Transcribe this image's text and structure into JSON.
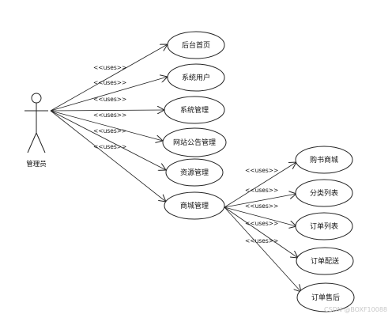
{
  "actor": {
    "label": "管理员"
  },
  "use_cases": [
    {
      "label": "后台首页"
    },
    {
      "label": "系统用户"
    },
    {
      "label": "系统管理"
    },
    {
      "label": "网站公告管理"
    },
    {
      "label": "资源管理"
    },
    {
      "label": "商城管理"
    }
  ],
  "sub_use_cases": [
    {
      "label": "购书商城"
    },
    {
      "label": "分类列表"
    },
    {
      "label": "订单列表"
    },
    {
      "label": "订单配送"
    },
    {
      "label": "订单售后"
    }
  ],
  "stereotype": "<<uses>>",
  "watermark": "CSDN @BOXF10088"
}
